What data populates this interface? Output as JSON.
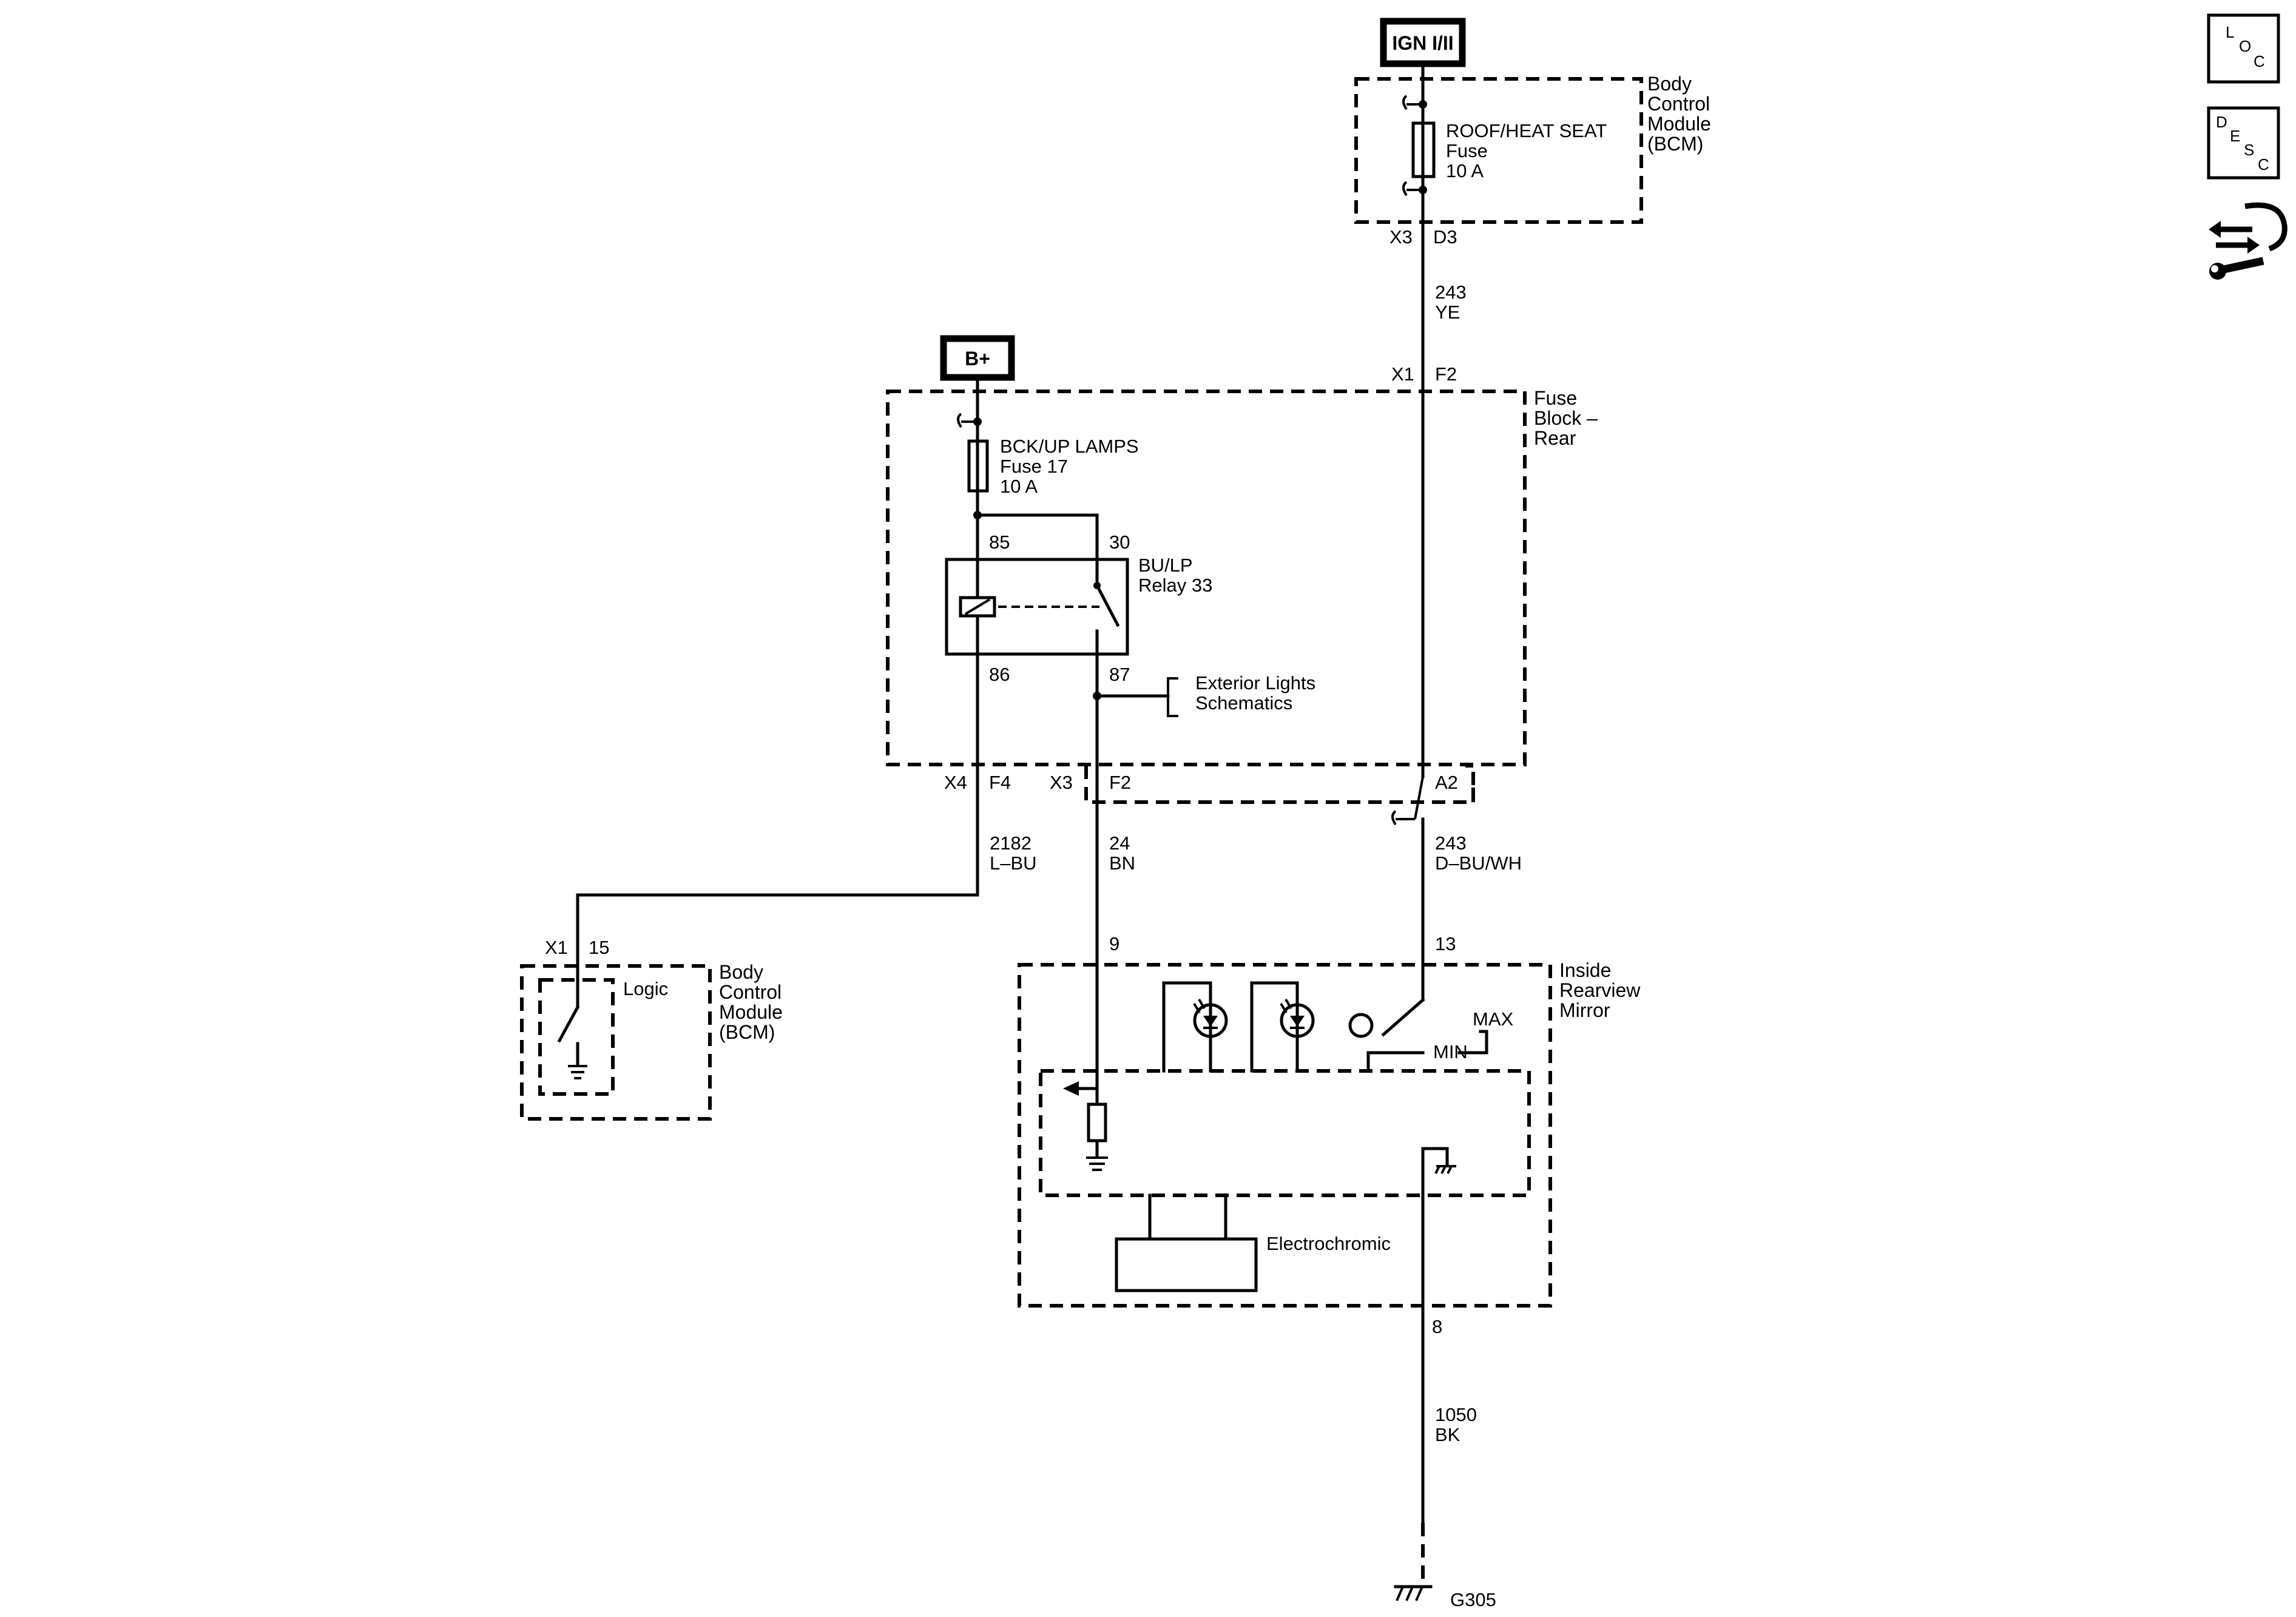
{
  "power": {
    "ign": "IGN I/II",
    "bplus": "B+"
  },
  "bcm_top": {
    "name": [
      "Body",
      "Control",
      "Module",
      "(BCM)"
    ],
    "fuse": [
      "ROOF/HEAT SEAT",
      "Fuse",
      "10 A"
    ],
    "connector": "X3",
    "pin": "D3"
  },
  "wire_243_ye": {
    "circuit": "243",
    "color": "YE"
  },
  "fuse_block": {
    "name": [
      "Fuse",
      "Block –",
      "Rear"
    ],
    "in_connector": "X1",
    "in_pin": "F2",
    "fuse": [
      "BCK/UP LAMPS",
      "Fuse 17",
      "10 A"
    ],
    "relay": [
      "BU/LP",
      "Relay 33"
    ],
    "relay_pins": {
      "p85": "85",
      "p30": "30",
      "p86": "86",
      "p87": "87"
    },
    "ref": [
      "Exterior Lights",
      "Schematics"
    ],
    "out_x4": "X4",
    "out_f4": "F4",
    "out_x3": "X3",
    "out_f2": "F2",
    "out_a2": "A2"
  },
  "wire_2182": {
    "circuit": "2182",
    "color": "L–BU"
  },
  "wire_24": {
    "circuit": "24",
    "color": "BN"
  },
  "wire_243_dbu": {
    "circuit": "243",
    "color": "D–BU/WH"
  },
  "bcm_logic": {
    "connector": "X1",
    "pin": "15",
    "logic": "Logic",
    "name": [
      "Body",
      "Control",
      "Module",
      "(BCM)"
    ]
  },
  "mirror": {
    "name": [
      "Inside",
      "Rearview",
      "Mirror"
    ],
    "pin_9": "9",
    "pin_13": "13",
    "pin_8": "8",
    "max": "MAX",
    "min": "MIN",
    "electrochromic": "Electrochromic"
  },
  "wire_1050": {
    "circuit": "1050",
    "color": "BK"
  },
  "ground": {
    "name": "G305"
  },
  "nav_icons": {
    "loc": [
      "L",
      "O",
      "C"
    ],
    "desc": [
      "D",
      "E",
      "S",
      "C"
    ],
    "icon": "wrench-arrows-icon"
  }
}
